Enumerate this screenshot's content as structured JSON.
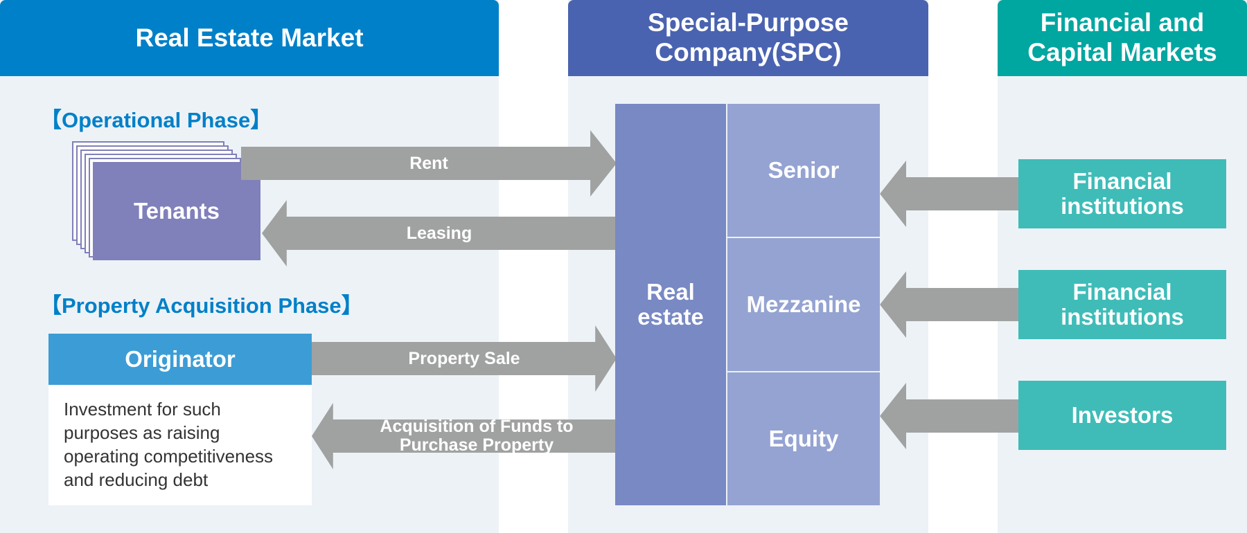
{
  "columns": {
    "real_estate_market": "Real Estate Market",
    "spc": "Special-Purpose Company(SPC)",
    "financial_markets": "Financial and Capital Markets"
  },
  "phases": {
    "operational": "【Operational Phase】",
    "acquisition": "【Property Acquisition Phase】"
  },
  "tenants": {
    "label": "Tenants"
  },
  "originator": {
    "title": "Originator",
    "description": "Investment for such purposes as raising operating competitiveness and reducing debt"
  },
  "arrows": {
    "rent": "Rent",
    "leasing": "Leasing",
    "property_sale": "Property Sale",
    "acquisition_funds": "Acquisition of Funds to Purchase Property"
  },
  "spc": {
    "asset": "Real estate",
    "tranches": [
      "Senior",
      "Mezzanine",
      "Equity"
    ]
  },
  "providers": [
    "Financial institutions",
    "Financial institutions",
    "Investors"
  ],
  "colors": {
    "market_header": "#0080c8",
    "spc_header": "#4a63b0",
    "finance_header": "#00a6a0",
    "arrow": "#a0a2a1",
    "tenants": "#8080bb",
    "real_estate": "#7889c4",
    "tranche": "#94a3d2",
    "provider": "#3fbcb8",
    "column_bg": "#edf2f7"
  }
}
